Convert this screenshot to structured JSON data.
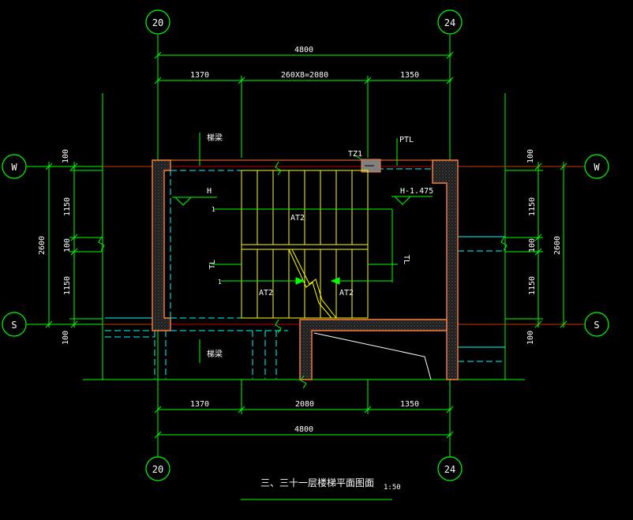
{
  "grid_axes": {
    "col_left": "20",
    "col_right": "24",
    "row_top": "W",
    "row_bottom": "S"
  },
  "dimensions": {
    "top_total": "4800",
    "top_left": "1370",
    "top_mid": "260X8=2080",
    "top_right": "1350",
    "bottom_left": "1370",
    "bottom_mid": "2080",
    "bottom_right": "1350",
    "bottom_total": "4800",
    "left_top": "100",
    "left_upper": "1150",
    "left_middle": "100",
    "left_lower": "1150",
    "left_bottom": "100",
    "left_total": "2600",
    "right_top": "100",
    "right_upper": "1150",
    "right_middle": "100",
    "right_lower": "1150",
    "right_bottom": "100",
    "right_total": "2600"
  },
  "labels": {
    "beam_top": "梯梁",
    "beam_bottom": "梯梁",
    "column": "TZ1",
    "platform_beam": "PTL",
    "level_left": "H",
    "level_right": "H-1.475",
    "stair_upper": "AT2",
    "stair_lower_left": "AT2",
    "stair_lower_right": "AT2",
    "tl_left": "TL",
    "tl_right": "TL",
    "cut_mark_a": "1",
    "cut_mark_b": "1"
  },
  "title": {
    "text": "三、三十一层楼梯平面图面",
    "scale": "1:50"
  },
  "colors": {
    "axis_line": "#00ff00",
    "axis_circle": "#00ff00",
    "wall": "#ff8040",
    "wall_fill": "#2a2a2a",
    "stair": "#ffff00",
    "beam": "#00ffff",
    "text": "#ffffff",
    "red_axis": "#ff0000",
    "dim_text": "#ffffff"
  }
}
